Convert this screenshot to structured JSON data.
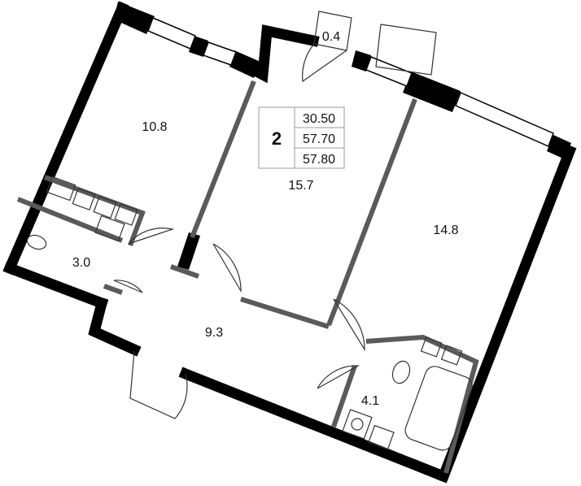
{
  "plan": {
    "rooms_count": "2",
    "areas": {
      "living": "30.50",
      "total": "57.70",
      "total_with_balcony": "57.80"
    },
    "room_labels": {
      "bedroom_left": "10.8",
      "living_room": "15.7",
      "bedroom_right": "14.8",
      "toilet": "3.0",
      "hallway": "9.3",
      "bathroom": "4.1",
      "balcony": "0.4"
    },
    "colors": {
      "outer_wall": "#000000",
      "inner_wall": "#5a5a5a",
      "fixture": "#333333"
    }
  }
}
